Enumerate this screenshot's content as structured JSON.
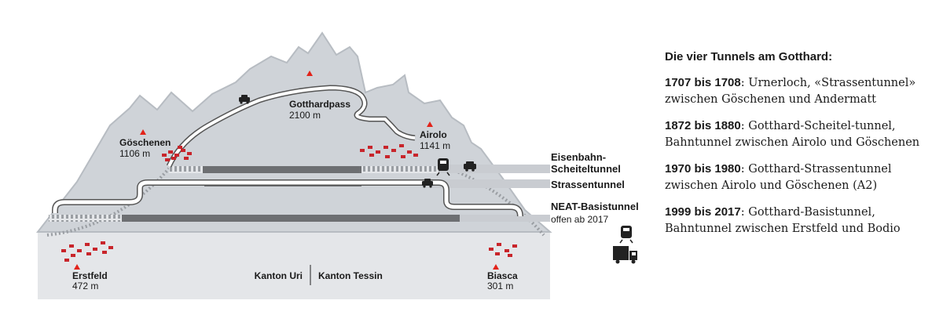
{
  "colors": {
    "mountain": "#cfd3d8",
    "mountain_outline": "#b7bcc2",
    "ground": "#e4e6e9",
    "tunnel": "#6d6f72",
    "road": "#ffffff",
    "marker": "#e2231a",
    "rocks": "#c8252b"
  },
  "places": {
    "goeschenen": {
      "name": "Göschenen",
      "elev": "1106 m"
    },
    "airolo": {
      "name": "Airolo",
      "elev": "1141 m"
    },
    "gotthardpass": {
      "name": "Gotthardpass",
      "elev": "2100 m"
    },
    "erstfeld": {
      "name": "Erstfeld",
      "elev": "472 m"
    },
    "biasca": {
      "name": "Biasca",
      "elev": "301 m"
    }
  },
  "cantons": {
    "left": "Kanton Uri",
    "right": "Kanton Tessin"
  },
  "tunnels": {
    "scheitel_1": "Eisenbahn-",
    "scheitel_2": "Scheiteltunnel",
    "strassen": "Strassentunnel",
    "neat_1": "NEAT-Basistunnel",
    "neat_2": "offen ab 2017"
  },
  "icons": [
    "car-icon",
    "train-icon",
    "truck-icon",
    "peak-marker-icon"
  ],
  "legend": {
    "title": "Die vier Tunnels am Gotthard:",
    "entries": [
      {
        "years": "1707 bis 1708",
        "text": ": Urnerloch, «Strassentunnel» zwischen Göschenen und Andermatt"
      },
      {
        "years": "1872 bis 1880",
        "text": ": Gotthard-Scheitel-tunnel, Bahntunnel zwischen Airolo und Göschenen"
      },
      {
        "years": "1970 bis 1980",
        "text": ": Gotthard-Strassentunnel zwischen Airolo und Göschenen (A2)"
      },
      {
        "years": "1999 bis 2017",
        "text": ": Gotthard-Basistunnel, Bahntunnel zwischen Erstfeld und Bodio"
      }
    ]
  }
}
